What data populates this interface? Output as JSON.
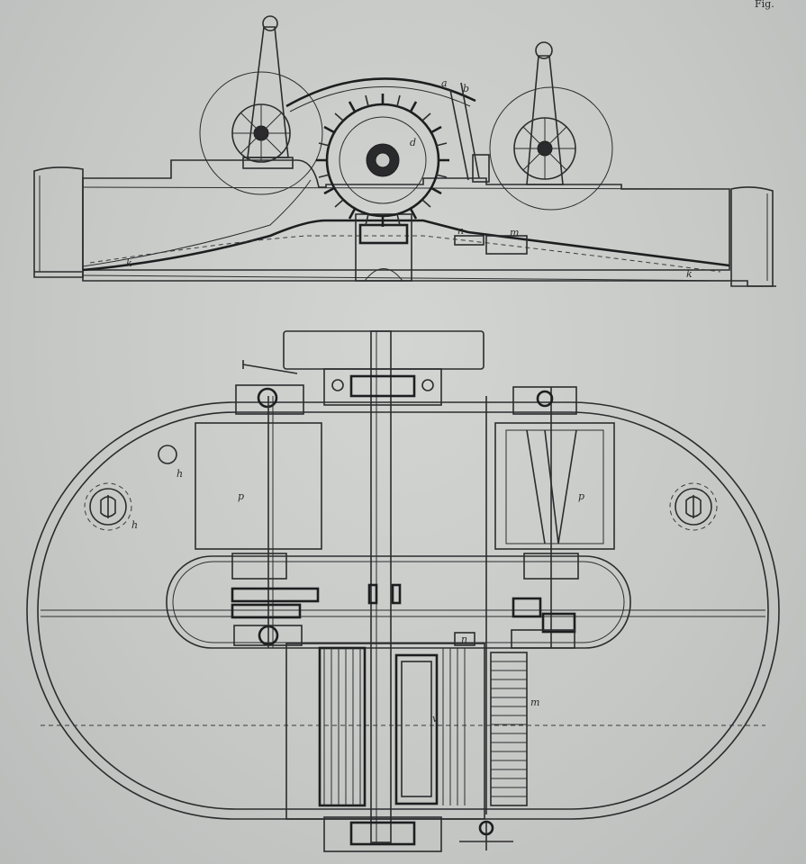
{
  "labels": {
    "corner": "Fig.",
    "side": {
      "a": "a",
      "b": "b",
      "d": "d",
      "n": "n",
      "m": "m",
      "k1": "k",
      "k2": "k"
    },
    "plan": {
      "h1": "h",
      "h2": "h",
      "p1": "p",
      "p2": "p",
      "v": "v",
      "m": "m",
      "n": "n"
    }
  }
}
